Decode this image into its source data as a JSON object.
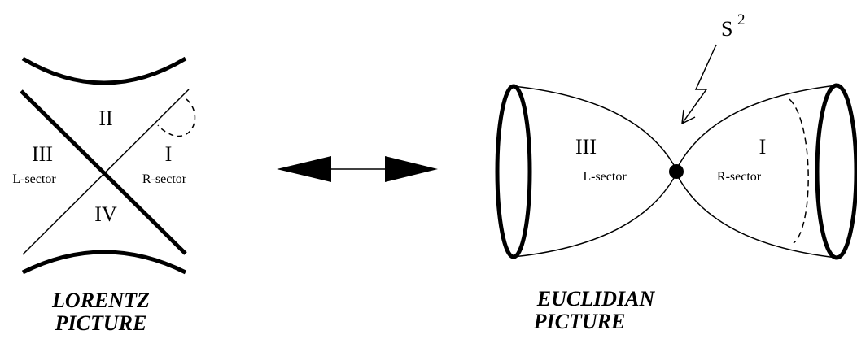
{
  "lorentz": {
    "region_top": "II",
    "region_left": "III",
    "region_right": "I",
    "region_bottom": "IV",
    "left_sector": "L-sector",
    "right_sector": "R-sector",
    "caption_line1": "LORENTZ",
    "caption_line2": "PICTURE"
  },
  "euclidian": {
    "region_left": "III",
    "region_right": "I",
    "left_sector": "L-sector",
    "right_sector": "R-sector",
    "sphere_base": "S",
    "sphere_exp": "2",
    "caption_line1": "EUCLIDIAN",
    "caption_line2": "PICTURE"
  },
  "colors": {
    "ink": "#000000",
    "background": "#ffffff"
  }
}
